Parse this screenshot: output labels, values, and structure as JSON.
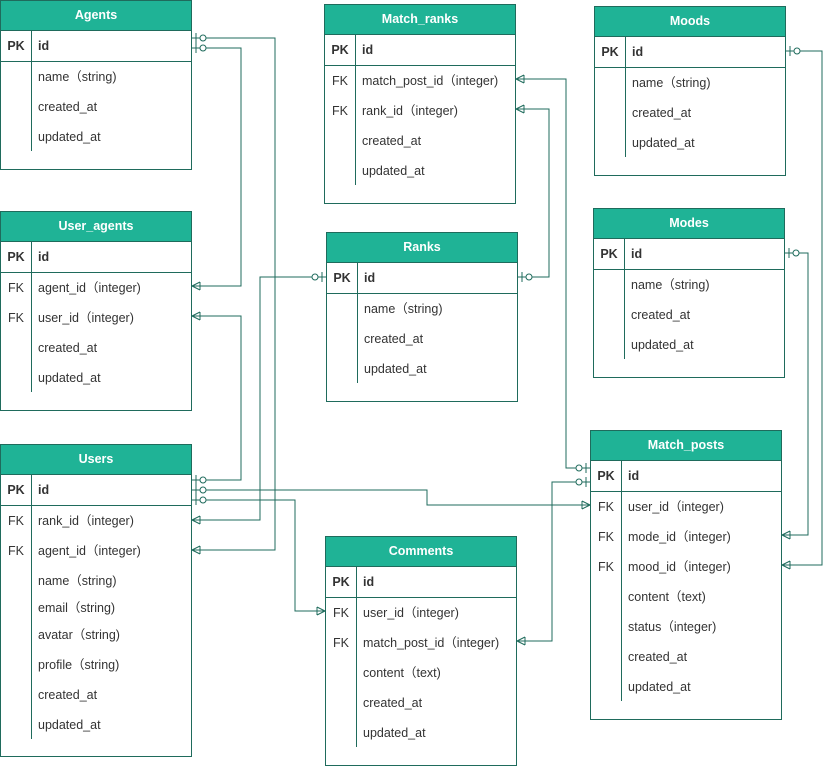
{
  "diagram": {
    "entities": [
      {
        "id": "agents",
        "title": "Agents",
        "rows": [
          {
            "key": "PK",
            "field": "id"
          },
          {
            "key": "",
            "field": "name（string)"
          },
          {
            "key": "",
            "field": "created_at"
          },
          {
            "key": "",
            "field": "updated_at"
          }
        ]
      },
      {
        "id": "user-agents",
        "title": "User_agents",
        "rows": [
          {
            "key": "PK",
            "field": "id"
          },
          {
            "key": "FK",
            "field": "agent_id（integer)"
          },
          {
            "key": "FK",
            "field": "user_id（integer)"
          },
          {
            "key": "",
            "field": "created_at"
          },
          {
            "key": "",
            "field": "updated_at"
          }
        ]
      },
      {
        "id": "users",
        "title": "Users",
        "rows": [
          {
            "key": "PK",
            "field": "id"
          },
          {
            "key": "FK",
            "field": "rank_id（integer)"
          },
          {
            "key": "FK",
            "field": "agent_id（integer)"
          },
          {
            "key": "",
            "field": "name（string)"
          },
          {
            "key": "",
            "field": "email（string)"
          },
          {
            "key": "",
            "field": "avatar（string)"
          },
          {
            "key": "",
            "field": "profile（string)"
          },
          {
            "key": "",
            "field": "created_at"
          },
          {
            "key": "",
            "field": "updated_at"
          }
        ]
      },
      {
        "id": "match-ranks",
        "title": "Match_ranks",
        "rows": [
          {
            "key": "PK",
            "field": "id"
          },
          {
            "key": "FK",
            "field": "match_post_id（integer)"
          },
          {
            "key": "FK",
            "field": "rank_id（integer)"
          },
          {
            "key": "",
            "field": "created_at"
          },
          {
            "key": "",
            "field": "updated_at"
          }
        ]
      },
      {
        "id": "ranks",
        "title": "Ranks",
        "rows": [
          {
            "key": "PK",
            "field": "id"
          },
          {
            "key": "",
            "field": "name（string)"
          },
          {
            "key": "",
            "field": "created_at"
          },
          {
            "key": "",
            "field": "updated_at"
          }
        ]
      },
      {
        "id": "comments",
        "title": "Comments",
        "rows": [
          {
            "key": "PK",
            "field": "id"
          },
          {
            "key": "FK",
            "field": "user_id（integer)"
          },
          {
            "key": "FK",
            "field": "match_post_id（integer)"
          },
          {
            "key": "",
            "field": "content（text)"
          },
          {
            "key": "",
            "field": "created_at"
          },
          {
            "key": "",
            "field": "updated_at"
          }
        ]
      },
      {
        "id": "moods",
        "title": "Moods",
        "rows": [
          {
            "key": "PK",
            "field": "id"
          },
          {
            "key": "",
            "field": "name（string)"
          },
          {
            "key": "",
            "field": "created_at"
          },
          {
            "key": "",
            "field": "updated_at"
          }
        ]
      },
      {
        "id": "modes",
        "title": "Modes",
        "rows": [
          {
            "key": "PK",
            "field": "id"
          },
          {
            "key": "",
            "field": "name（string)"
          },
          {
            "key": "",
            "field": "created_at"
          },
          {
            "key": "",
            "field": "updated_at"
          }
        ]
      },
      {
        "id": "match-posts",
        "title": "Match_posts",
        "rows": [
          {
            "key": "PK",
            "field": "id"
          },
          {
            "key": "FK",
            "field": "user_id（integer)"
          },
          {
            "key": "FK",
            "field": "mode_id（integer)"
          },
          {
            "key": "FK",
            "field": "mood_id（integer)"
          },
          {
            "key": "",
            "field": "content（text)"
          },
          {
            "key": "",
            "field": "status（integer)"
          },
          {
            "key": "",
            "field": "created_at"
          },
          {
            "key": "",
            "field": "updated_at"
          }
        ]
      }
    ]
  },
  "colors": {
    "header": "#1fb396",
    "border": "#1f6b5c",
    "text": "#333333"
  }
}
